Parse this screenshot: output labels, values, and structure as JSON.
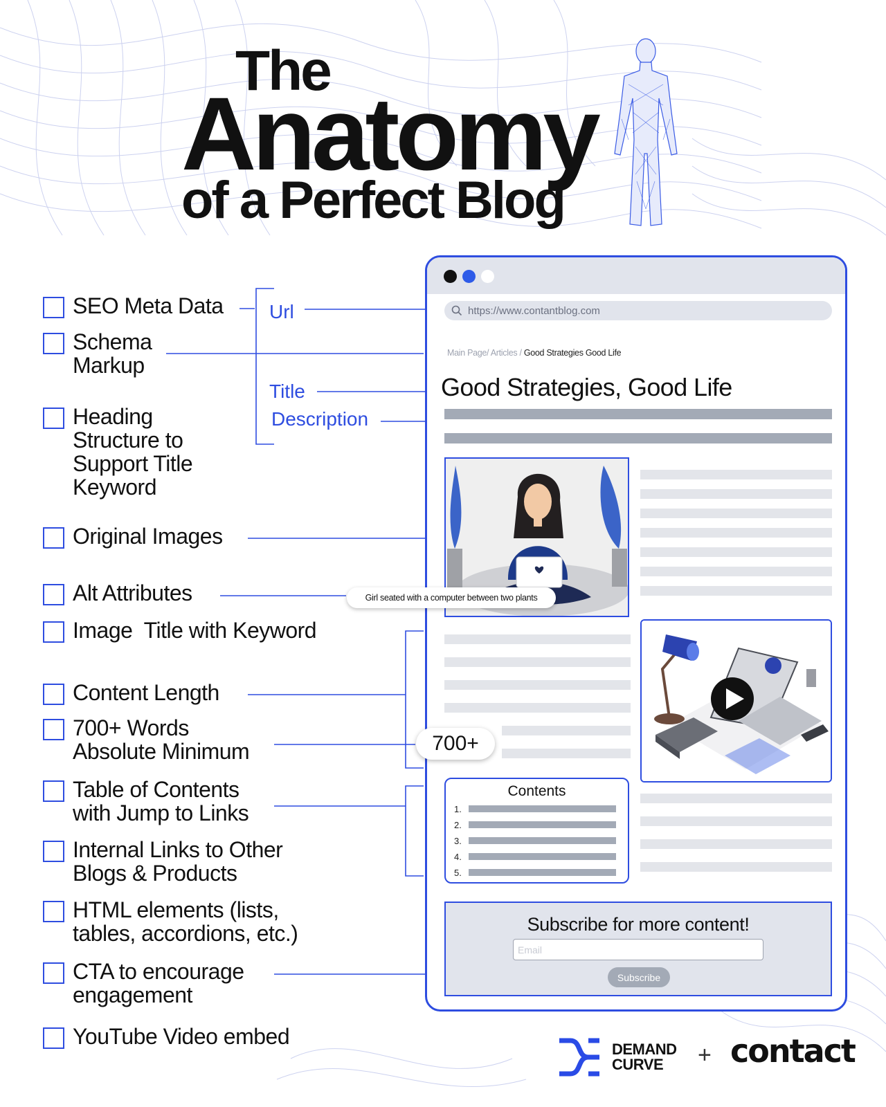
{
  "title": {
    "line1": "The",
    "line2": "Anatomy",
    "line3": "of a Perfect Blog"
  },
  "checklist": [
    {
      "label": "SEO Meta Data"
    },
    {
      "label": "Schema\nMarkup"
    },
    {
      "label": "Heading\nStructure to\nSupport Title\nKeyword"
    },
    {
      "label": "Original Images"
    },
    {
      "label": "Alt Attributes"
    },
    {
      "label": "Image  Title with Keyword"
    },
    {
      "label": "Content Length"
    },
    {
      "label": "700+ Words\nAbsolute Minimum"
    },
    {
      "label": "Table of Contents\nwith Jump to Links"
    },
    {
      "label": "Internal Links to Other\nBlogs & Products"
    },
    {
      "label": "HTML elements (lists,\ntables, accordions, etc.)"
    },
    {
      "label": "CTA to encourage\nengagement"
    },
    {
      "label": "YouTube Video embed"
    }
  ],
  "connectors": {
    "url": "Url",
    "title": "Title",
    "description": "Description"
  },
  "browser": {
    "url": "https://www.contantblog.com",
    "breadcrumb_parts": [
      "Main Page",
      "Articles",
      "Good Strategies Good Life"
    ],
    "breadcrumb_prefix": "Main Page/ Articles / ",
    "breadcrumb_current": "Good Strategies Good Life",
    "blog_title": "Good Strategies, Good Life",
    "alt_text": "Girl seated with a computer between two plants",
    "word_count": "700+",
    "toc": {
      "heading": "Contents",
      "items": [
        "1.",
        "2.",
        "3.",
        "4.",
        "5."
      ]
    },
    "cta": {
      "heading": "Subscribe for more content!",
      "email_placeholder": "Email",
      "button": "Subscribe"
    }
  },
  "footer": {
    "brand1_line1": "DEMAND",
    "brand1_line2": "CURVE",
    "plus": "+",
    "brand2": "contact"
  },
  "colors": {
    "accent": "#2e4de0",
    "gray_bar": "#a3aab6",
    "light_bar": "#e3e5ea",
    "browser_chrome": "#e1e4ec"
  }
}
